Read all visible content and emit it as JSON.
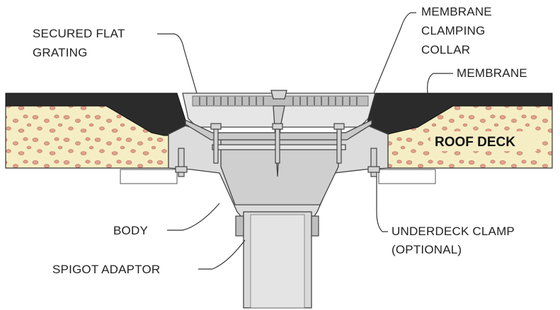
{
  "labels": {
    "secured_flat_grating": [
      "SECURED FLAT",
      "GRATING"
    ],
    "membrane_clamping_collar": [
      "MEMBRANE",
      "CLAMPING",
      "COLLAR"
    ],
    "membrane": "MEMBRANE",
    "roof_deck": "ROOF DECK",
    "body": "BODY",
    "spigot_adaptor": "SPIGOT ADAPTOR",
    "underdeck_clamp": [
      "UNDERDECK CLAMP",
      "(OPTIONAL)"
    ]
  },
  "colors": {
    "membrane": "#2b2b2b",
    "insulation": "#f5eec4",
    "aggregate": "#e3a08e",
    "metal": "#dcdcdc",
    "metal_dark": "#c4c4c4",
    "line": "#333333"
  }
}
